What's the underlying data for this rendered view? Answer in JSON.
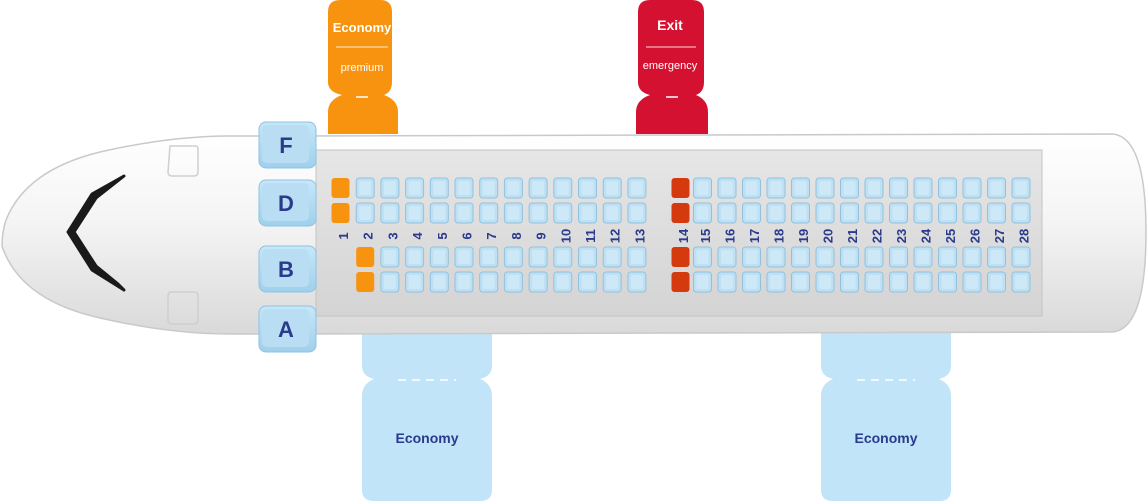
{
  "tags": {
    "economy_premium": {
      "title": "Economy",
      "subtitle": "premium",
      "color": "#f7930e"
    },
    "exit_emergency": {
      "title": "Exit",
      "subtitle": "emergency",
      "color": "#d51131"
    },
    "economy_lower_left": {
      "title": "Economy",
      "color": "#c2e4f8"
    },
    "economy_lower_right": {
      "title": "Economy",
      "color": "#c2e4f8"
    }
  },
  "row_letters": [
    "F",
    "D",
    "B",
    "A"
  ],
  "rows": [
    "1",
    "2",
    "3",
    "4",
    "5",
    "6",
    "7",
    "8",
    "9",
    "10",
    "11",
    "12",
    "13",
    "14",
    "15",
    "16",
    "17",
    "18",
    "19",
    "20",
    "21",
    "22",
    "23",
    "24",
    "25",
    "26",
    "27",
    "28"
  ],
  "seat_types": {
    "premium": {
      "color": "#f7930e"
    },
    "exit": {
      "color": "#d43a0e"
    },
    "standard": {
      "color": "#bfe0f3"
    }
  },
  "seat_map": {
    "1": {
      "D_top": "premium",
      "D_bottom": "premium",
      "B_top": "none",
      "B_bottom": "none"
    },
    "2": {
      "D_top": "standard",
      "D_bottom": "standard",
      "B_top": "premium",
      "B_bottom": "premium"
    },
    "14": {
      "D_top": "exit",
      "D_bottom": "exit",
      "B_top": "exit",
      "B_bottom": "exit"
    }
  },
  "colors": {
    "row_number": "#2a3a8c",
    "letter_tab": "#a9d7f0",
    "fuselage": "#f2f2f2"
  }
}
